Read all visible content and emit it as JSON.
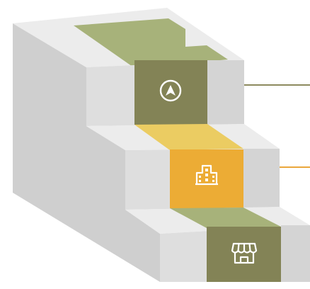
{
  "colors": {
    "background": "#ffffff",
    "stone_top": "#ececec",
    "stone_front": "#dcdcdc",
    "stone_side": "#c8c8c8",
    "olive_top": "#a7b27a",
    "olive_dark": "#838356",
    "yellow_top": "#ebcc62",
    "orange_front": "#ecac35",
    "connector_olive": "#8c8a5f",
    "connector_orange": "#eaa73c",
    "icon_white": "#ffffff"
  },
  "diagram": {
    "steps": [
      {
        "level": "top",
        "icon": "navigation-compass-icon",
        "accent": "olive"
      },
      {
        "level": "middle",
        "icon": "office-buildings-icon",
        "accent": "orange"
      },
      {
        "level": "bottom",
        "icon": "storefront-awning-icon",
        "accent": "olive"
      }
    ]
  }
}
